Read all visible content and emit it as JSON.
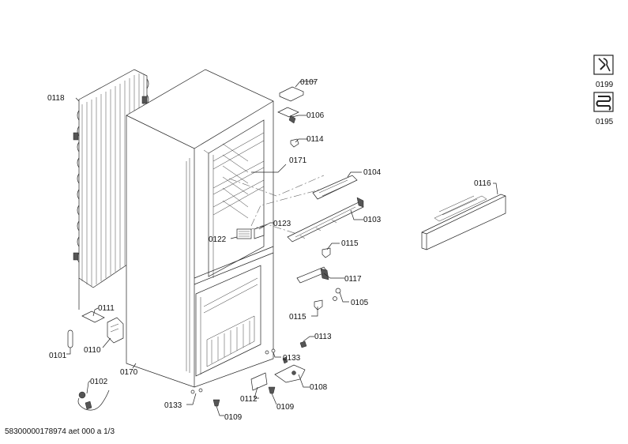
{
  "labels": {
    "p0107": "0107",
    "p0106": "0106",
    "p0114": "0114",
    "p0171": "0171",
    "p0104": "0104",
    "p0103": "0103",
    "p0123": "0123",
    "p0122": "0122",
    "p0115a": "0115",
    "p0117": "0117",
    "p0105": "0105",
    "p0115b": "0115",
    "p0113": "0113",
    "p0133a": "0133",
    "p0108": "0108",
    "p0109a": "0109",
    "p0112": "0112",
    "p0109b": "0109",
    "p0133b": "0133",
    "p0170": "0170",
    "p0110": "0110",
    "p0111": "0111",
    "p0101": "0101",
    "p0102": "0102",
    "p0118": "0118",
    "p0116": "0116",
    "p0199": "0199",
    "p0195": "0195"
  },
  "icons": {
    "tool": "wrench-screwdriver-icon",
    "coil": "cooling-coil-icon"
  },
  "footer": "58300000178974 aet 000 a 1/3"
}
